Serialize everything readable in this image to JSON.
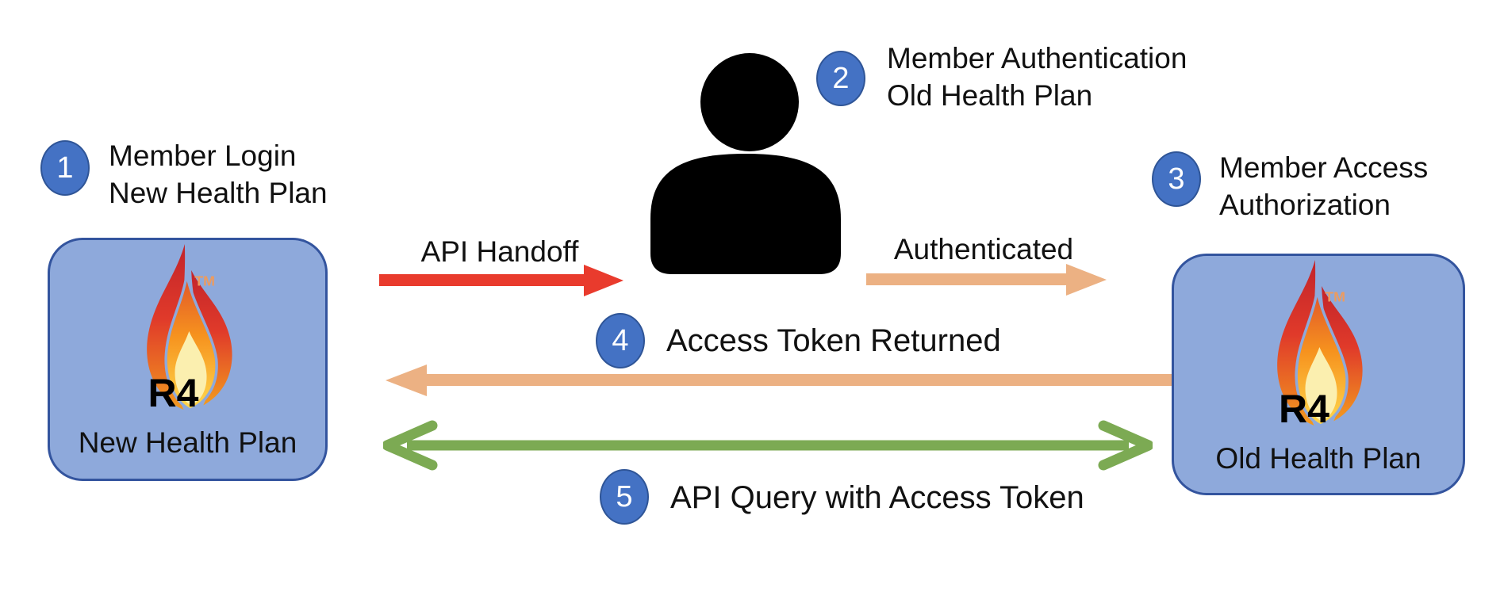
{
  "steps": [
    {
      "number": "1",
      "lines": [
        "Member Login",
        "New Health Plan"
      ]
    },
    {
      "number": "2",
      "lines": [
        "Member Authentication",
        "Old Health Plan"
      ]
    },
    {
      "number": "3",
      "lines": [
        "Member Access",
        "Authorization"
      ]
    },
    {
      "number": "4",
      "lines": [
        "Access Token Returned"
      ]
    },
    {
      "number": "5",
      "lines": [
        "API Query with Access Token"
      ]
    }
  ],
  "nodes": {
    "new_plan": {
      "logo": "R4",
      "trademark": "TM",
      "label": "New Health Plan"
    },
    "old_plan": {
      "logo": "R4",
      "trademark": "TM",
      "label": "Old Health Plan"
    }
  },
  "arrows": {
    "api_handoff": {
      "label": "API Handoff",
      "direction": "right",
      "color": "#E93B2D"
    },
    "authenticated": {
      "label": "Authenticated",
      "direction": "right",
      "color": "#ECB183"
    },
    "access_token_returned": {
      "direction": "left",
      "color": "#ECB183"
    },
    "api_query_with_access_token": {
      "direction": "both",
      "color": "#7CAA53"
    }
  },
  "colors": {
    "node_fill": "#8EA9DB",
    "node_border": "#33549E",
    "badge_fill": "#4472C4",
    "badge_border": "#2F5597",
    "arrow_red": "#E93B2D",
    "arrow_tan": "#ECB183",
    "arrow_green": "#7CAA53",
    "person_black": "#000000",
    "trademark_orange": "#ED9B5E",
    "text": "#111111"
  }
}
